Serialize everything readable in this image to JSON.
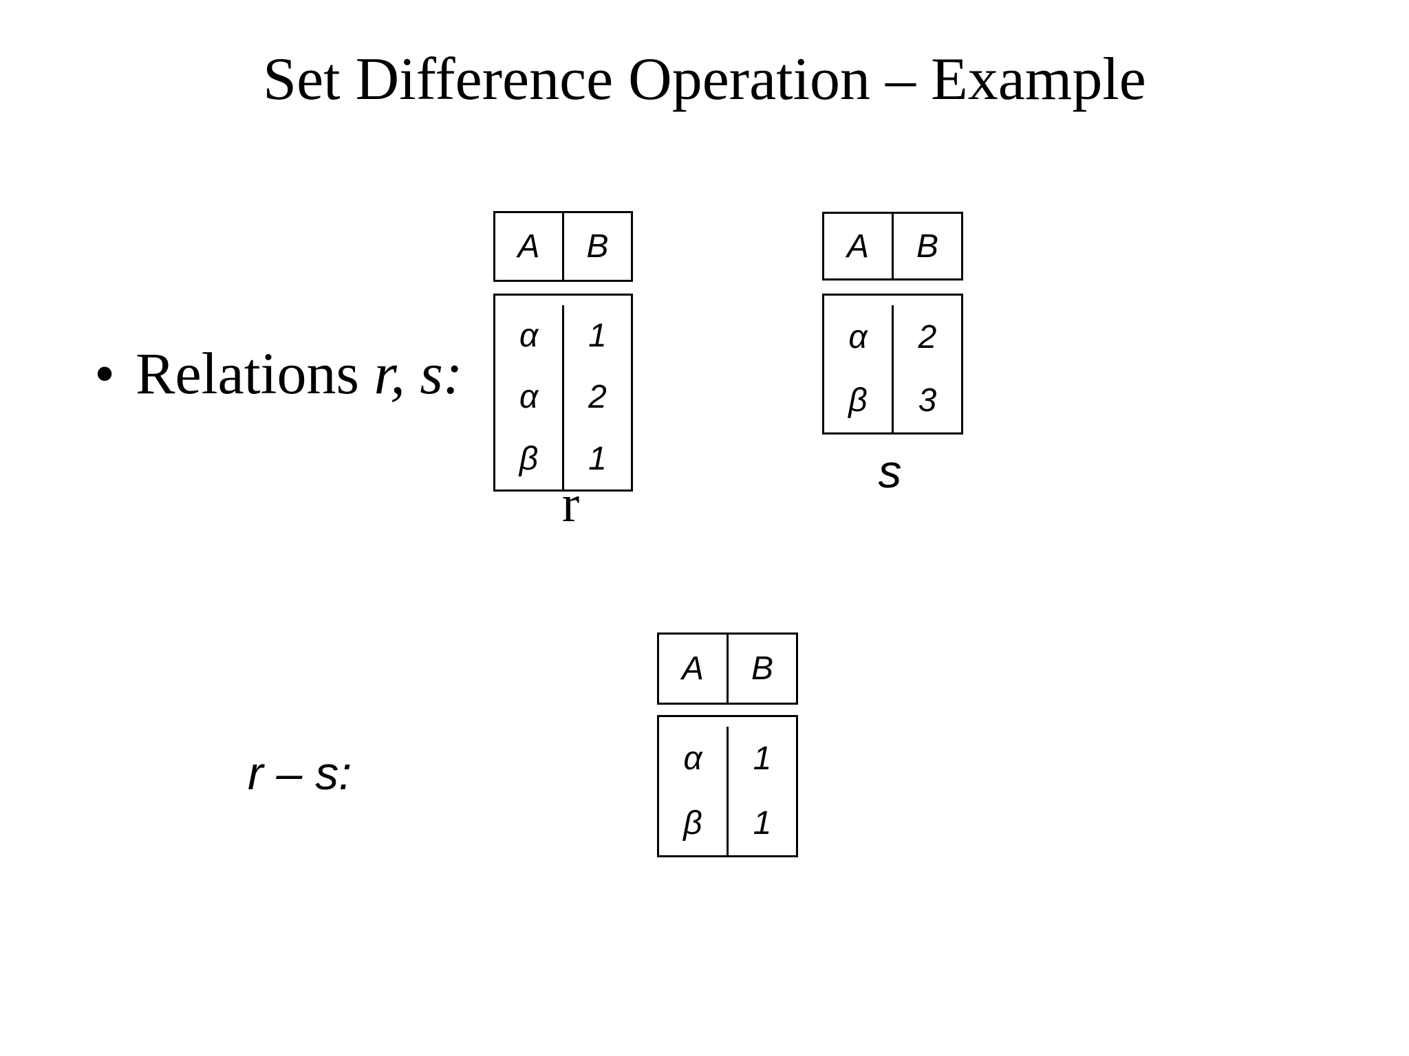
{
  "title": "Set Difference Operation – Example",
  "bullet": {
    "glyph": "•",
    "label": "Relations ",
    "label_italic": "r, s:"
  },
  "expression": "r – s:",
  "tables": {
    "r": {
      "headers": [
        "A",
        "B"
      ],
      "rows": [
        [
          "α",
          "1"
        ],
        [
          "α",
          "2"
        ],
        [
          "β",
          "1"
        ]
      ],
      "label": "r"
    },
    "s": {
      "headers": [
        "A",
        "B"
      ],
      "rows": [
        [
          "α",
          "2"
        ],
        [
          "β",
          "3"
        ]
      ],
      "label": "s"
    },
    "result": {
      "headers": [
        "A",
        "B"
      ],
      "rows": [
        [
          "α",
          "1"
        ],
        [
          "β",
          "1"
        ]
      ]
    }
  }
}
